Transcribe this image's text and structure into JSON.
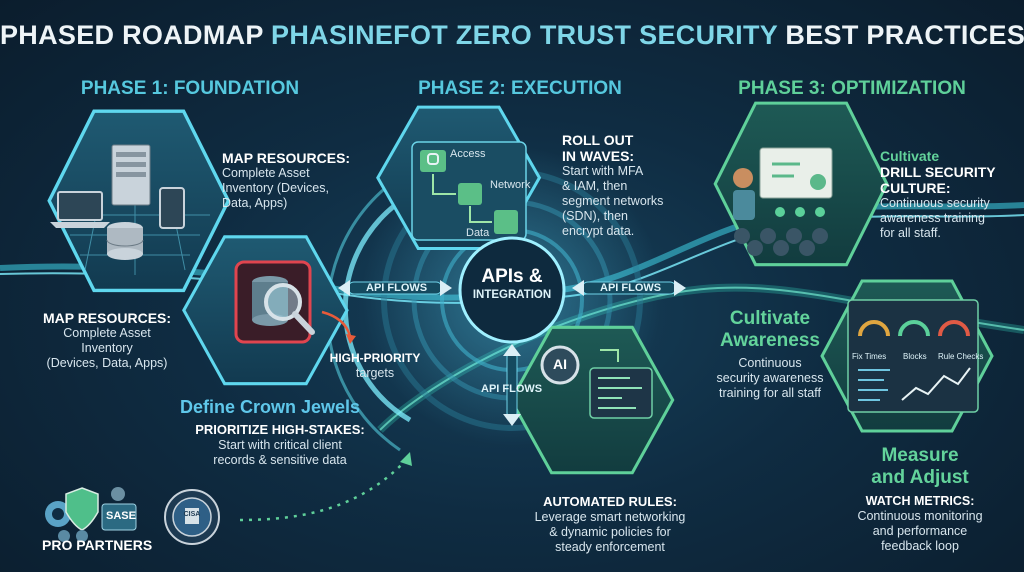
{
  "title": {
    "part1": "PHASED ROADMAP",
    "part2": "PHASINEFOT ZERO TRUST SECURITY",
    "part3": "BEST PRACTICES"
  },
  "colors": {
    "phase1": "#56c8de",
    "phase2": "#56c8de",
    "phase3": "#5fd09a",
    "background": "#0f2c42"
  },
  "phase1": {
    "title": "PHASE 1: FOUNDATION",
    "map_top": {
      "head": "MAP RESOURCES:",
      "body": [
        "Complete Asset",
        "Inventory (Devices,",
        "Data, Apps)"
      ]
    },
    "map_left": {
      "head": "MAP RESOURCES:",
      "body": [
        "Complete Asset",
        "Inventory",
        "(Devices, Data, Apps)"
      ]
    },
    "high_priority": {
      "head": "HIGH-PRIORITY",
      "body": "targets"
    },
    "crown": "Define Crown Jewels",
    "prioritize": {
      "head": "PRIORITIZE HIGH-STAKES:",
      "body": [
        "Start with critical client",
        "records & sensitive data"
      ]
    }
  },
  "phase2": {
    "title": "PHASE 2: EXECUTION",
    "diagram": {
      "access": "Access",
      "network": "Network",
      "data": "Data"
    },
    "rollout": {
      "head": [
        "ROLL OUT",
        "IN WAVES:"
      ],
      "body": [
        "Start with MFA",
        "& IAM, then",
        "segment networks",
        "(SDN), then",
        "encrypt data."
      ]
    },
    "center": {
      "line1": "APIs &",
      "line2": "INTEGRATION"
    },
    "flow_left": "API FLOWS",
    "flow_right": "API FLOWS",
    "flow_bottom": "API FLOWS",
    "ai_label": "AI",
    "automated": {
      "head": "AUTOMATED RULES:",
      "body": [
        "Leverage smart networking",
        "& dynamic policies for",
        "steady enforcement"
      ]
    }
  },
  "phase3": {
    "title": "PHASE 3: OPTIMIZATION",
    "culture": {
      "pre": "Cultivate",
      "head": [
        "DRILL SECURITY",
        "CULTURE:"
      ],
      "body": [
        "Continuous security",
        "awareness training",
        "for all staff."
      ]
    },
    "awareness": {
      "title": [
        "Cultivate",
        "Awareness"
      ],
      "body": [
        "Continuous",
        "security awareness",
        "training for all staff"
      ]
    },
    "dashboard": {
      "g1": "Fix Times",
      "g2": "Blocks",
      "g3": "Rule Checks"
    },
    "measure": {
      "title": [
        "Measure",
        "and Adjust"
      ],
      "head": "WATCH METRICS:",
      "body": [
        "Continuous monitoring",
        "and performance",
        "feedback loop"
      ]
    }
  },
  "footer": {
    "sase": "SASE",
    "partners": "PRO PARTNERS",
    "seal_text": "CISA"
  }
}
